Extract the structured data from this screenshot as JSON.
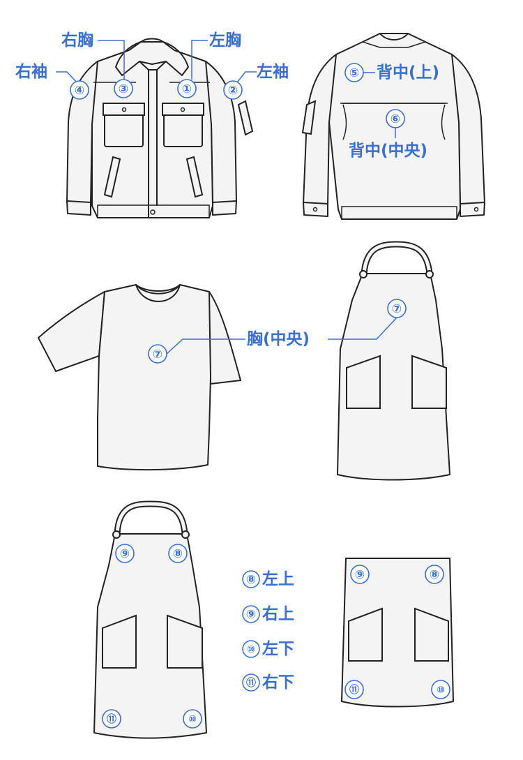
{
  "jacket_front": {
    "right_chest": "右胸",
    "left_chest": "左胸",
    "right_sleeve": "右袖",
    "left_sleeve": "左袖",
    "n1": "①",
    "n2": "②",
    "n3": "③",
    "n4": "④"
  },
  "jacket_back": {
    "n5": "⑤",
    "upper_back": "背中(上)",
    "n6": "⑥",
    "center_back": "背中(中央)"
  },
  "tshirt": {
    "n7": "⑦",
    "chest_center": "胸(中央)"
  },
  "apron_bib": {
    "n7": "⑦"
  },
  "apron_full": {
    "n9": "⑨",
    "n8": "⑧",
    "n11": "⑪",
    "n10": "⑩"
  },
  "legend": {
    "n8": "⑧",
    "top_left": "左上",
    "n9": "⑨",
    "top_right": "右上",
    "n10": "⑩",
    "bottom_left": "左下",
    "n11": "⑪",
    "bottom_right": "右下"
  },
  "apron_waist": {
    "n9": "⑨",
    "n8": "⑧",
    "n11": "⑪",
    "n10": "⑩"
  },
  "colors": {
    "accent": "#3a6fd0",
    "outline": "#222222",
    "fabric": "#f4f4f4"
  }
}
